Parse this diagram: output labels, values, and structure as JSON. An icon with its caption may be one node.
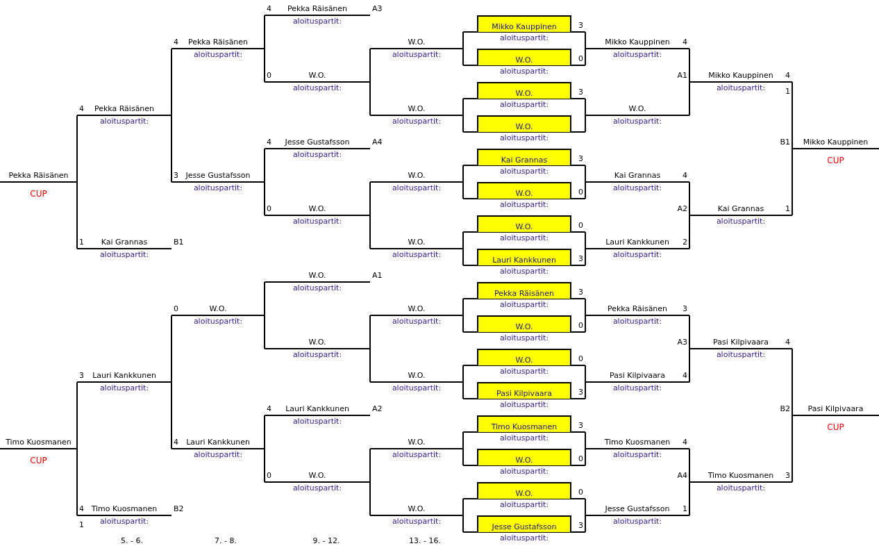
{
  "diagram": {
    "nodes": [
      {
        "text": [
          "Pekka Räisänen",
          "CUP"
        ]
      },
      {
        "text": [
          "Timo Kuosmanen",
          "CUP"
        ]
      },
      {
        "text": [
          "4",
          "Pekka Räisänen",
          "aloituspartit:"
        ]
      },
      {
        "text": [
          "1",
          "Kai Grannas",
          "aloituspartit:"
        ],
        "beside": [
          "B1"
        ]
      },
      {
        "text": [
          "3",
          "Lauri Kankkunen",
          "aloituspartit:"
        ]
      },
      {
        "text": [
          "4",
          "Timo Kuosmanen",
          "aloituspartit:",
          "1"
        ],
        "beside": [
          "B2"
        ]
      },
      {
        "text": [
          "4",
          "Pekka Räisänen",
          "aloituspartit:"
        ]
      },
      {
        "text": [
          "3",
          "Jesse Gustafsson",
          "aloituspartit:"
        ]
      },
      {
        "text": [
          "0",
          "W.O.",
          "aloituspartit:"
        ]
      },
      {
        "text": [
          "4",
          "Lauri Kankkunen",
          "aloituspartit:"
        ]
      },
      {
        "text": [
          "4",
          "Pekka Räisänen",
          "aloituspartit:"
        ],
        "beside": [
          "A3"
        ]
      },
      {
        "text": [
          "0",
          "W.O.",
          "aloituspartit:"
        ]
      },
      {
        "text": [
          "4",
          "Jesse Gustafsson",
          "aloituspartit:"
        ],
        "beside": [
          "A4"
        ]
      },
      {
        "text": [
          "0",
          "W.O.",
          "aloituspartit:"
        ]
      },
      {
        "text": [
          "W.O.",
          "aloituspartit:"
        ],
        "beside": [
          "A1"
        ]
      },
      {
        "text": [
          "W.O.",
          "aloituspartit:"
        ]
      },
      {
        "text": [
          "4",
          "Lauri Kankkunen",
          "aloituspartit:"
        ],
        "beside": [
          "A2"
        ]
      },
      {
        "text": [
          "0",
          "W.O.",
          "aloituspartit:"
        ]
      },
      {
        "text": [
          "W.O.",
          "aloituspartit:"
        ]
      },
      {
        "text": [
          "W.O.",
          "aloituspartit:"
        ]
      },
      {
        "text": [
          "W.O.",
          "aloituspartit:"
        ]
      },
      {
        "text": [
          "W.O.",
          "aloituspartit:"
        ]
      },
      {
        "text": [
          "W.O.",
          "aloituspartit:"
        ]
      },
      {
        "text": [
          "W.O.",
          "aloituspartit:"
        ]
      },
      {
        "text": [
          "W.O.",
          "aloituspartit:"
        ]
      },
      {
        "text": [
          "W.O.",
          "aloituspartit:"
        ]
      },
      {
        "text": [
          "Mikko Kauppinen",
          "3",
          "aloituspartit:"
        ]
      },
      {
        "text": [
          "W.O.",
          "0",
          "aloituspartit:"
        ]
      },
      {
        "text": [
          "W.O.",
          "3",
          "aloituspartit:"
        ]
      },
      {
        "text": [
          "W.O.",
          "aloituspartit:"
        ]
      },
      {
        "text": [
          "Kai Grannas",
          "3",
          "aloituspartit:"
        ]
      },
      {
        "text": [
          "W.O.",
          "0",
          "aloituspartit:"
        ]
      },
      {
        "text": [
          "W.O.",
          "0",
          "aloituspartit:"
        ]
      },
      {
        "text": [
          "Lauri Kankkunen",
          "3",
          "aloituspartit:"
        ]
      },
      {
        "text": [
          "Pekka Räisänen",
          "3",
          "aloituspartit:"
        ]
      },
      {
        "text": [
          "W.O.",
          "0",
          "aloituspartit:"
        ]
      },
      {
        "text": [
          "W.O.",
          "0",
          "aloituspartit:"
        ]
      },
      {
        "text": [
          "Pasi Kilpivaara",
          "3",
          "aloituspartit:"
        ]
      },
      {
        "text": [
          "Timo Kuosmanen",
          "3",
          "aloituspartit:"
        ]
      },
      {
        "text": [
          "W.O.",
          "0",
          "aloituspartit:"
        ]
      },
      {
        "text": [
          "W.O.",
          "0",
          "aloituspartit:"
        ]
      },
      {
        "text": [
          "Jesse Gustafsson",
          "3",
          "aloituspartit:"
        ]
      },
      {
        "text": [
          "Mikko Kauppinen",
          "4",
          "aloituspartit:"
        ]
      },
      {
        "text": [
          "W.O.",
          "aloituspartit:"
        ]
      },
      {
        "text": [
          "Kai Grannas",
          "4",
          "aloituspartit:"
        ]
      },
      {
        "text": [
          "Lauri Kankkunen",
          "2",
          "aloituspartit:"
        ]
      },
      {
        "text": [
          "Pekka Räisänen",
          "3",
          "aloituspartit:"
        ]
      },
      {
        "text": [
          "Pasi Kilpivaara",
          "4",
          "aloituspartit:"
        ]
      },
      {
        "text": [
          "Timo Kuosmanen",
          "4",
          "aloituspartit:"
        ]
      },
      {
        "text": [
          "Jesse Gustafsson",
          "1",
          "aloituspartit:"
        ]
      },
      {
        "text": [
          "Mikko Kauppinen",
          "4",
          "aloituspartit:",
          "1"
        ],
        "beside": [
          "A1"
        ]
      },
      {
        "text": [
          "Kai Grannas",
          "1",
          "aloituspartit:"
        ],
        "beside": [
          "A2"
        ]
      },
      {
        "text": [
          "Pasi Kilpivaara",
          "4",
          "aloituspartit:"
        ],
        "beside": [
          "A3"
        ]
      },
      {
        "text": [
          "Timo Kuosmanen",
          "3",
          "aloituspartit:"
        ],
        "beside": [
          "A4"
        ]
      },
      {
        "text": [
          "Mikko Kauppinen",
          "CUP"
        ],
        "beside": [
          "B1"
        ]
      },
      {
        "text": [
          "Pasi Kilpivaara",
          "CUP"
        ],
        "beside": [
          "B2"
        ]
      }
    ],
    "edges": [
      {
        "from": 26,
        "to": 42,
        "arrow": "none"
      },
      {
        "from": 27,
        "to": 42,
        "arrow": "none"
      },
      {
        "from": 26,
        "to": 18,
        "arrow": "none"
      },
      {
        "from": 27,
        "to": 18,
        "arrow": "none"
      },
      {
        "from": 28,
        "to": 43,
        "arrow": "none"
      },
      {
        "from": 29,
        "to": 43,
        "arrow": "none"
      },
      {
        "from": 28,
        "to": 19,
        "arrow": "none"
      },
      {
        "from": 29,
        "to": 19,
        "arrow": "none"
      },
      {
        "from": 30,
        "to": 44,
        "arrow": "none"
      },
      {
        "from": 31,
        "to": 44,
        "arrow": "none"
      },
      {
        "from": 30,
        "to": 20,
        "arrow": "none"
      },
      {
        "from": 31,
        "to": 20,
        "arrow": "none"
      },
      {
        "from": 32,
        "to": 45,
        "arrow": "none"
      },
      {
        "from": 33,
        "to": 45,
        "arrow": "none"
      },
      {
        "from": 32,
        "to": 21,
        "arrow": "none"
      },
      {
        "from": 33,
        "to": 21,
        "arrow": "none"
      },
      {
        "from": 34,
        "to": 46,
        "arrow": "none"
      },
      {
        "from": 35,
        "to": 46,
        "arrow": "none"
      },
      {
        "from": 34,
        "to": 22,
        "arrow": "none"
      },
      {
        "from": 35,
        "to": 22,
        "arrow": "none"
      },
      {
        "from": 36,
        "to": 47,
        "arrow": "none"
      },
      {
        "from": 37,
        "to": 47,
        "arrow": "none"
      },
      {
        "from": 36,
        "to": 23,
        "arrow": "none"
      },
      {
        "from": 37,
        "to": 23,
        "arrow": "none"
      },
      {
        "from": 38,
        "to": 48,
        "arrow": "none"
      },
      {
        "from": 39,
        "to": 48,
        "arrow": "none"
      },
      {
        "from": 38,
        "to": 24,
        "arrow": "none"
      },
      {
        "from": 39,
        "to": 24,
        "arrow": "none"
      },
      {
        "from": 40,
        "to": 49,
        "arrow": "none"
      },
      {
        "from": 41,
        "to": 49,
        "arrow": "none"
      },
      {
        "from": 40,
        "to": 25,
        "arrow": "none"
      },
      {
        "from": 41,
        "to": 25,
        "arrow": "none"
      },
      {
        "from": 42,
        "to": 50,
        "arrow": "none"
      },
      {
        "from": 43,
        "to": 50,
        "arrow": "none"
      },
      {
        "from": 44,
        "to": 51,
        "arrow": "none"
      },
      {
        "from": 45,
        "to": 51,
        "arrow": "none"
      },
      {
        "from": 46,
        "to": 52,
        "arrow": "none"
      },
      {
        "from": 47,
        "to": 52,
        "arrow": "none"
      },
      {
        "from": 48,
        "to": 53,
        "arrow": "none"
      },
      {
        "from": 49,
        "to": 53,
        "arrow": "none"
      },
      {
        "from": 50,
        "to": 54,
        "arrow": "none"
      },
      {
        "from": 51,
        "to": 54,
        "arrow": "none"
      },
      {
        "from": 52,
        "to": 55,
        "arrow": "none"
      },
      {
        "from": 53,
        "to": 55,
        "arrow": "none"
      },
      {
        "from": 18,
        "to": 11,
        "arrow": "none"
      },
      {
        "from": 19,
        "to": 11,
        "arrow": "none"
      },
      {
        "from": 20,
        "to": 13,
        "arrow": "none"
      },
      {
        "from": 21,
        "to": 13,
        "arrow": "none"
      },
      {
        "from": 22,
        "to": 15,
        "arrow": "none"
      },
      {
        "from": 23,
        "to": 15,
        "arrow": "none"
      },
      {
        "from": 24,
        "to": 17,
        "arrow": "none"
      },
      {
        "from": 25,
        "to": 17,
        "arrow": "none"
      },
      {
        "from": 10,
        "to": 6,
        "arrow": "none"
      },
      {
        "from": 11,
        "to": 6,
        "arrow": "none"
      },
      {
        "from": 12,
        "to": 7,
        "arrow": "none"
      },
      {
        "from": 13,
        "to": 7,
        "arrow": "none"
      },
      {
        "from": 14,
        "to": 8,
        "arrow": "none"
      },
      {
        "from": 15,
        "to": 8,
        "arrow": "none"
      },
      {
        "from": 16,
        "to": 9,
        "arrow": "none"
      },
      {
        "from": 17,
        "to": 9,
        "arrow": "none"
      },
      {
        "from": 6,
        "to": 2,
        "arrow": "none"
      },
      {
        "from": 7,
        "to": 2,
        "arrow": "none"
      },
      {
        "from": 8,
        "to": 4,
        "arrow": "none"
      },
      {
        "from": 9,
        "to": 4,
        "arrow": "none"
      },
      {
        "from": 2,
        "to": 0,
        "arrow": "none"
      },
      {
        "from": 3,
        "to": 0,
        "arrow": "none"
      },
      {
        "from": 4,
        "to": 1,
        "arrow": "none"
      },
      {
        "from": 5,
        "to": 1,
        "arrow": "none"
      }
    ],
    "labels": [
      "5. - 6.",
      "7. - 8.",
      "9. - 12.",
      "13. - 16."
    ]
  }
}
